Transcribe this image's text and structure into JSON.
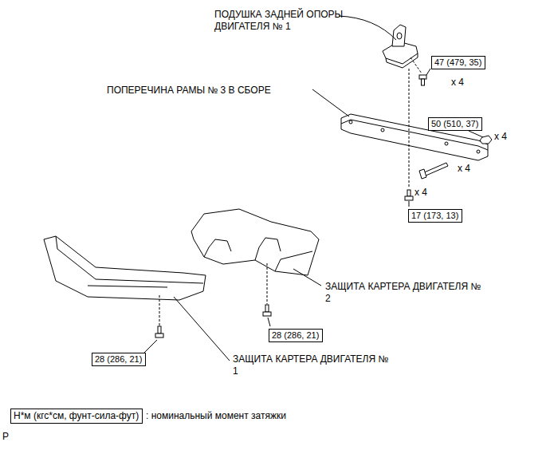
{
  "diagram": {
    "nodes": [
      {
        "text": [
          "47 (479, 35)"
        ]
      },
      {
        "text": [
          "50 (510, 37)"
        ]
      },
      {
        "text": [
          "17 (173, 13)"
        ]
      },
      {
        "text": [
          "28 (286, 21)"
        ]
      },
      {
        "text": [
          "28 (286, 21)"
        ]
      },
      {
        "text": [
          "Н*м (кгс*см, фунт-сила-фут)"
        ]
      }
    ],
    "edges": [],
    "labels": [
      "ПОДУШКА ЗАДНЕЙ ОПОРЫ ДВИГАТЕЛЯ № 1",
      "x 4",
      "ПОПЕРЕЧИНА РАМЫ № 3 В СБОРЕ",
      "x 4",
      "x 4",
      "x 4",
      "ЗАЩИТА КАРТЕРА ДВИГАТЕЛЯ № 2",
      "ЗАЩИТА КАРТЕРА ДВИГАТЕЛЯ № 1",
      ": номинальный момент затяжки",
      "P"
    ]
  }
}
